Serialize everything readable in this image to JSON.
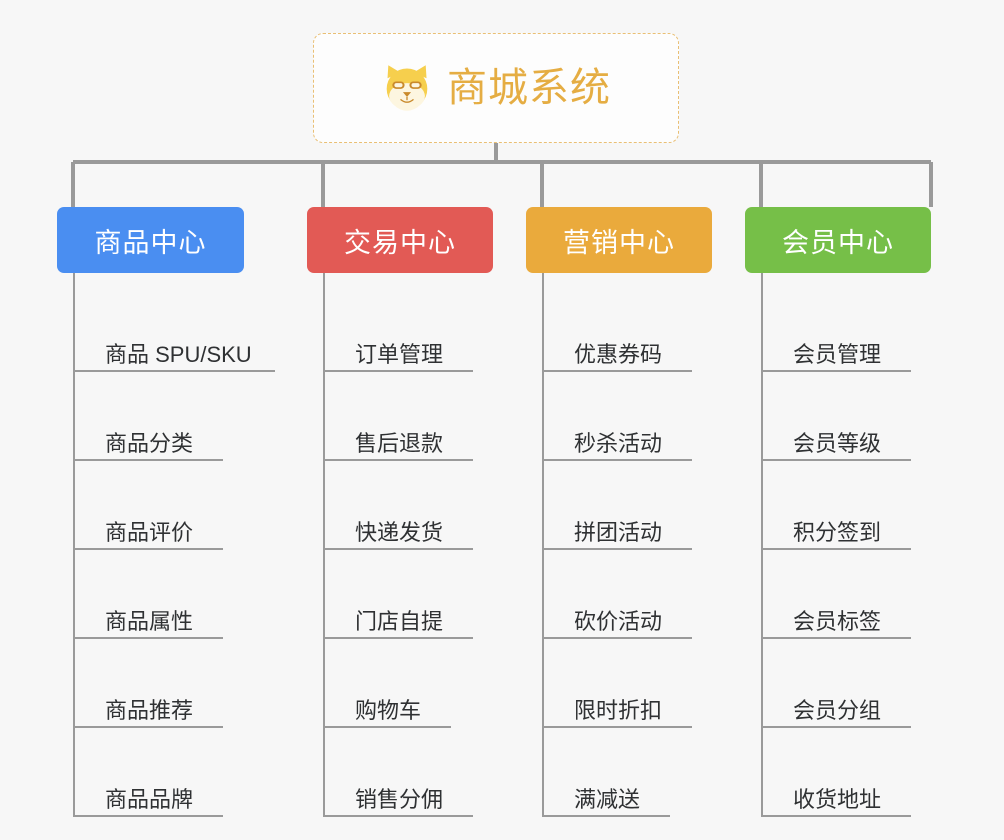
{
  "background_color": "#f7f7f7",
  "root": {
    "title": "商城系统",
    "icon": "shiba-dog-icon",
    "title_color": "#e5ad43",
    "border_color": "#e9bf74"
  },
  "connector_color": "#9a9a9a",
  "categories": [
    {
      "label": "商品中心",
      "color": "#4a8ef1",
      "items": [
        "商品 SPU/SKU",
        "商品分类",
        "商品评价",
        "商品属性",
        "商品推荐",
        "商品品牌"
      ]
    },
    {
      "label": "交易中心",
      "color": "#e25a55",
      "items": [
        "订单管理",
        "售后退款",
        "快递发货",
        "门店自提",
        "购物车",
        "销售分佣"
      ]
    },
    {
      "label": "营销中心",
      "color": "#eaaa3c",
      "items": [
        "优惠券码",
        "秒杀活动",
        "拼团活动",
        "砍价活动",
        "限时折扣",
        "满减送"
      ]
    },
    {
      "label": "会员中心",
      "color": "#76bf48",
      "items": [
        "会员管理",
        "会员等级",
        "积分签到",
        "会员标签",
        "会员分组",
        "收货地址"
      ]
    }
  ]
}
